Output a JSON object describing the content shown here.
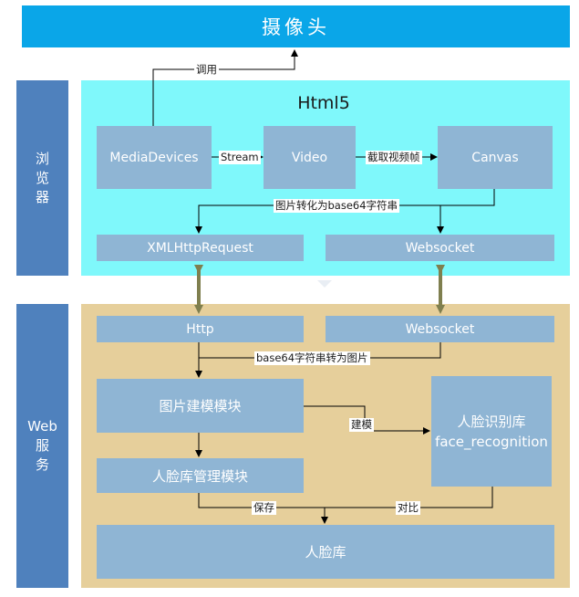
{
  "camera": {
    "title": "摄像头"
  },
  "sidebar": {
    "browser": [
      "浏",
      "览",
      "器"
    ],
    "web": [
      "Web",
      "服",
      "务"
    ]
  },
  "browser": {
    "title": "Html5",
    "media_devices": "MediaDevices",
    "video": "Video",
    "canvas": "Canvas",
    "xhr": "XMLHttpRequest",
    "websocket": "Websocket"
  },
  "web": {
    "http": "Http",
    "websocket": "Websocket",
    "image_model": "图片建模模块",
    "face_db_mgmt": "人脸库管理模块",
    "face_recog_title": "人脸识别库",
    "face_recog_sub": "face_recognition",
    "face_db": "人脸库"
  },
  "labels": {
    "invoke": "调用",
    "stream": "Stream",
    "capture": "截取视频帧",
    "to_base64": "图片转化为base64字符串",
    "base64_to_img": "base64字符串转为图片",
    "build": "建模",
    "save": "保存",
    "compare": "对比"
  },
  "colors": {
    "camera": "#0aa6e8",
    "sidebar": "#4f81bd",
    "browser_bg": "#7ff8fb",
    "web_bg": "#e6cf9b",
    "box": "#8fb5d4",
    "connector": "#7f7f4f"
  }
}
